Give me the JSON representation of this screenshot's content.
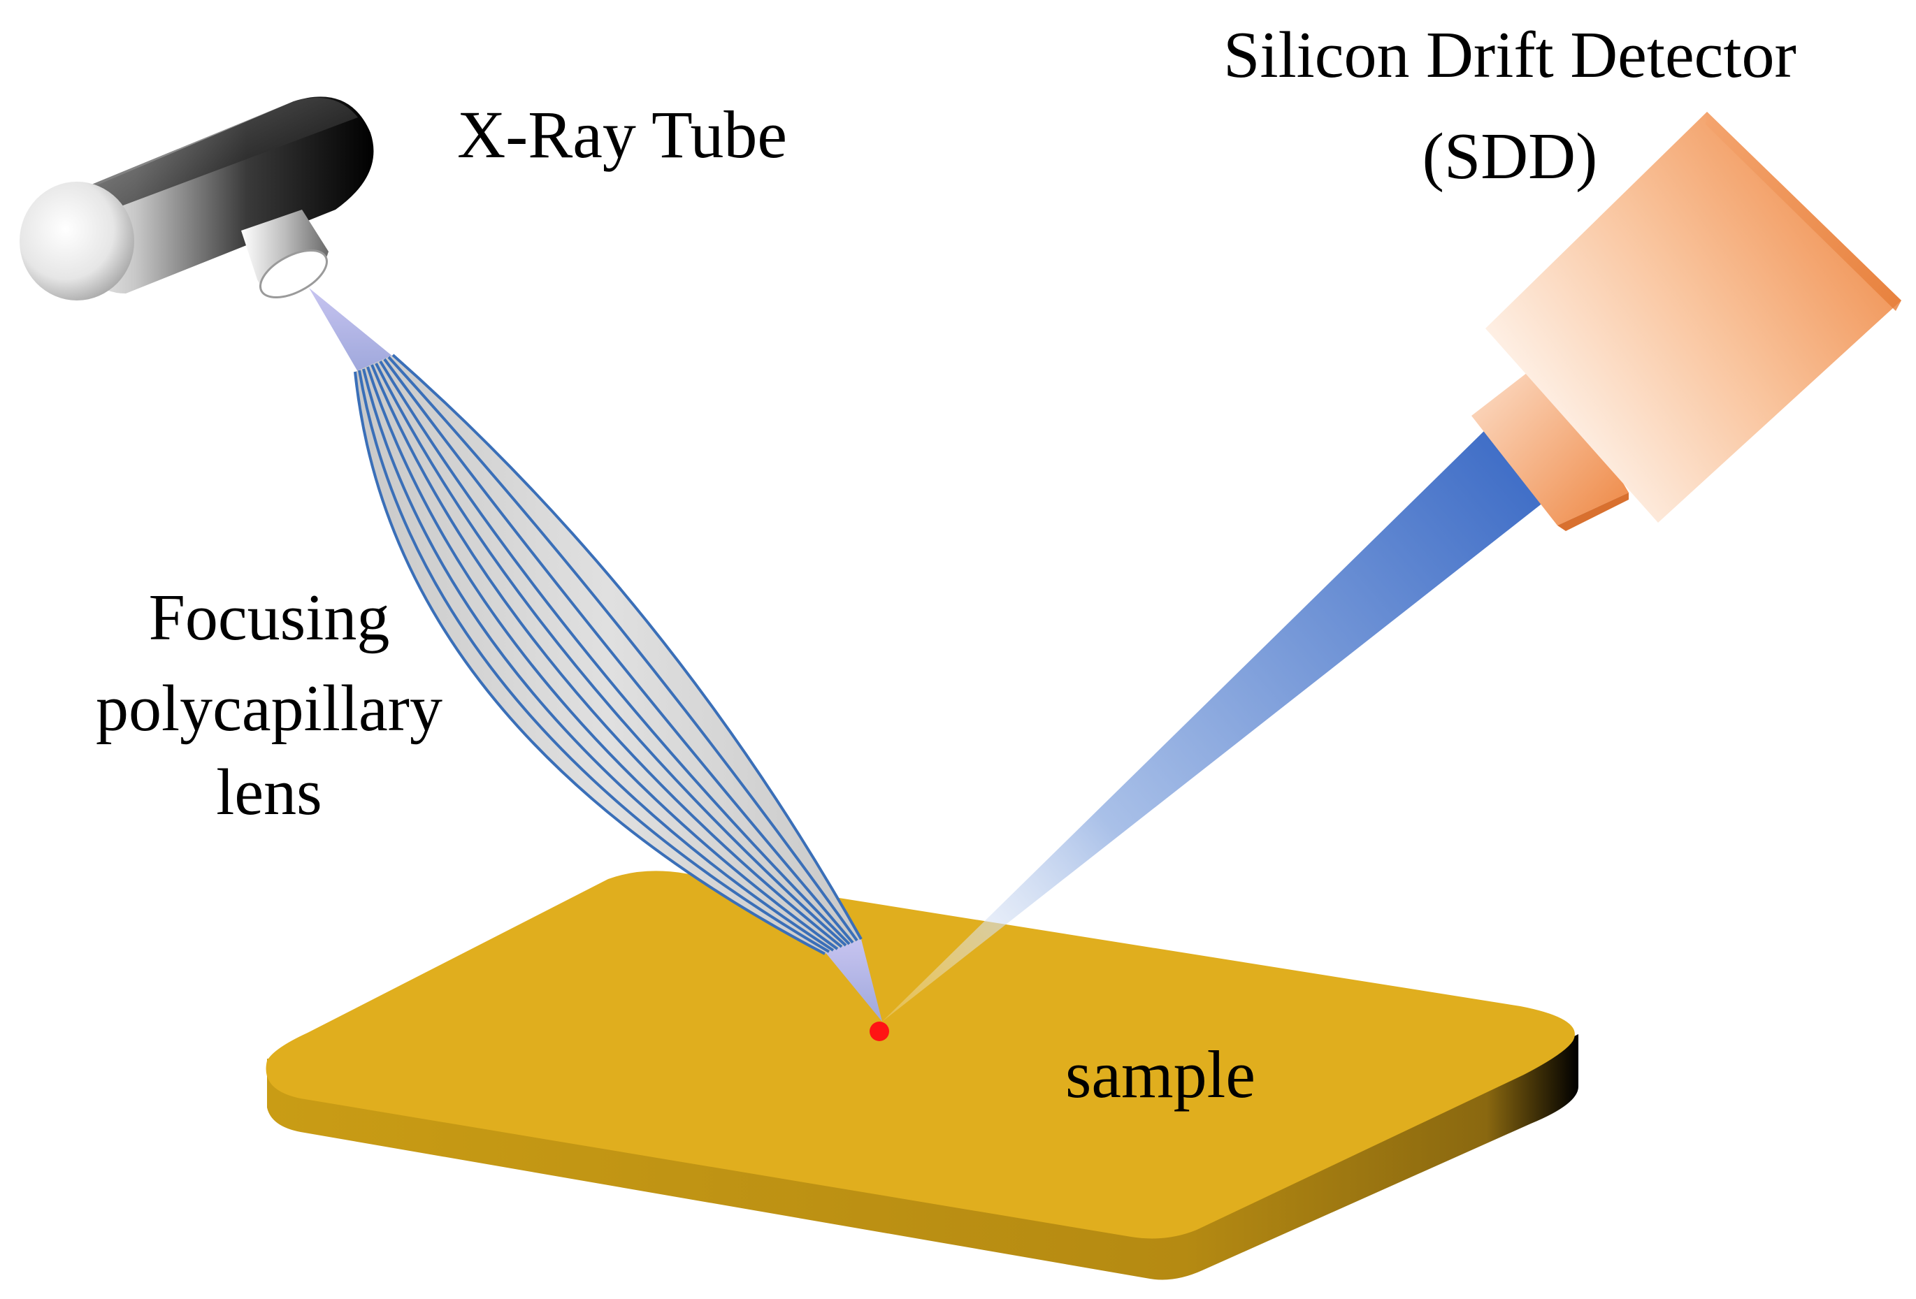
{
  "labels": {
    "xray_tube": "X-Ray Tube",
    "detector_line1": "Silicon Drift Detector",
    "detector_line2": "(SDD)",
    "lens_line1": "Focusing",
    "lens_line2": "polycapillary",
    "lens_line3": "lens",
    "sample": "sample"
  },
  "colors": {
    "sample_top": "#E0AE1E",
    "sample_side": "#B58A12",
    "detector_orange": "#EE8743",
    "detector_light": "#FDE7D9",
    "beam_blue": "#3F70C8",
    "capillary_blue": "#3A6FB8",
    "lens_fill": "#D3D3D3",
    "focal_spot": "#FF1414",
    "tube_dark": "#000000",
    "tube_light": "#FFFFFF"
  }
}
